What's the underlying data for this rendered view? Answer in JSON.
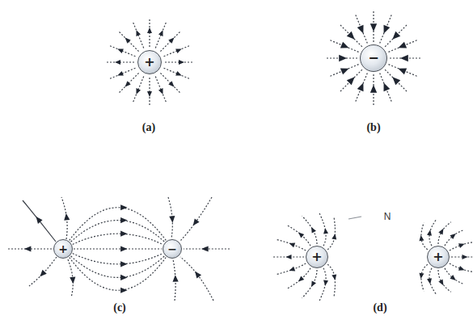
{
  "diagram": {
    "nodes": [
      {
        "text": [
          "+"
        ]
      },
      {
        "text": [
          "−"
        ]
      },
      {
        "text": [
          "+"
        ]
      },
      {
        "text": [
          "−"
        ]
      },
      {
        "text": [
          "+"
        ]
      },
      {
        "text": [
          "+"
        ]
      }
    ],
    "edges": [
      {
        "from": 2,
        "to": 3,
        "arrow": "to"
      },
      {
        "from": 2,
        "to": 3,
        "arrow": "to"
      },
      {
        "from": 2,
        "to": 3,
        "arrow": "to"
      },
      {
        "from": 2,
        "to": 3,
        "arrow": "to"
      },
      {
        "from": 2,
        "to": 3,
        "arrow": "to"
      },
      {
        "from": 2,
        "to": 3,
        "arrow": "to"
      },
      {
        "from": 2,
        "to": 3,
        "arrow": "to"
      }
    ],
    "labels": [
      "(a)",
      "(b)",
      "(c)",
      "(d)",
      "N"
    ]
  }
}
